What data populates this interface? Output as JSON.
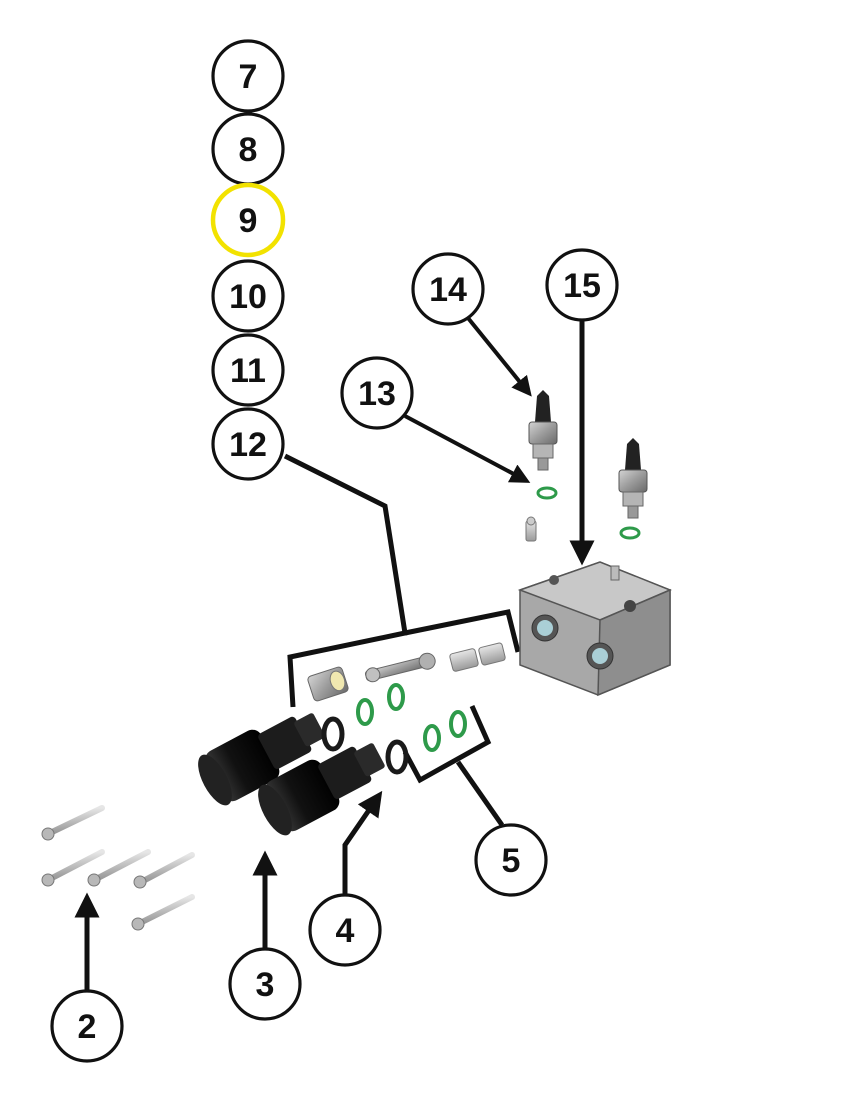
{
  "callouts": [
    {
      "id": "7",
      "label": "7",
      "highlight": false
    },
    {
      "id": "8",
      "label": "8",
      "highlight": false
    },
    {
      "id": "9",
      "label": "9",
      "highlight": true
    },
    {
      "id": "10",
      "label": "10",
      "highlight": false
    },
    {
      "id": "11",
      "label": "11",
      "highlight": false
    },
    {
      "id": "12",
      "label": "12",
      "highlight": false
    },
    {
      "id": "13",
      "label": "13",
      "highlight": false
    },
    {
      "id": "14",
      "label": "14",
      "highlight": false
    },
    {
      "id": "15",
      "label": "15",
      "highlight": false
    },
    {
      "id": "5",
      "label": "5",
      "highlight": false
    },
    {
      "id": "4",
      "label": "4",
      "highlight": false
    },
    {
      "id": "3",
      "label": "3",
      "highlight": false
    },
    {
      "id": "2",
      "label": "2",
      "highlight": false
    }
  ],
  "colors": {
    "line": "#111111",
    "highlight": "#f2e200",
    "oring_green": "#2e9a4a",
    "oring_black": "#1a1a1a",
    "metal": "#9a9a9a",
    "knob": "#141414"
  },
  "parts": {
    "screws": "screw-icon",
    "knobs": "black-knob-icon",
    "orings": "o-ring-icon",
    "sensors": "pressure-sensor-icon",
    "block": "valve-block-icon"
  }
}
